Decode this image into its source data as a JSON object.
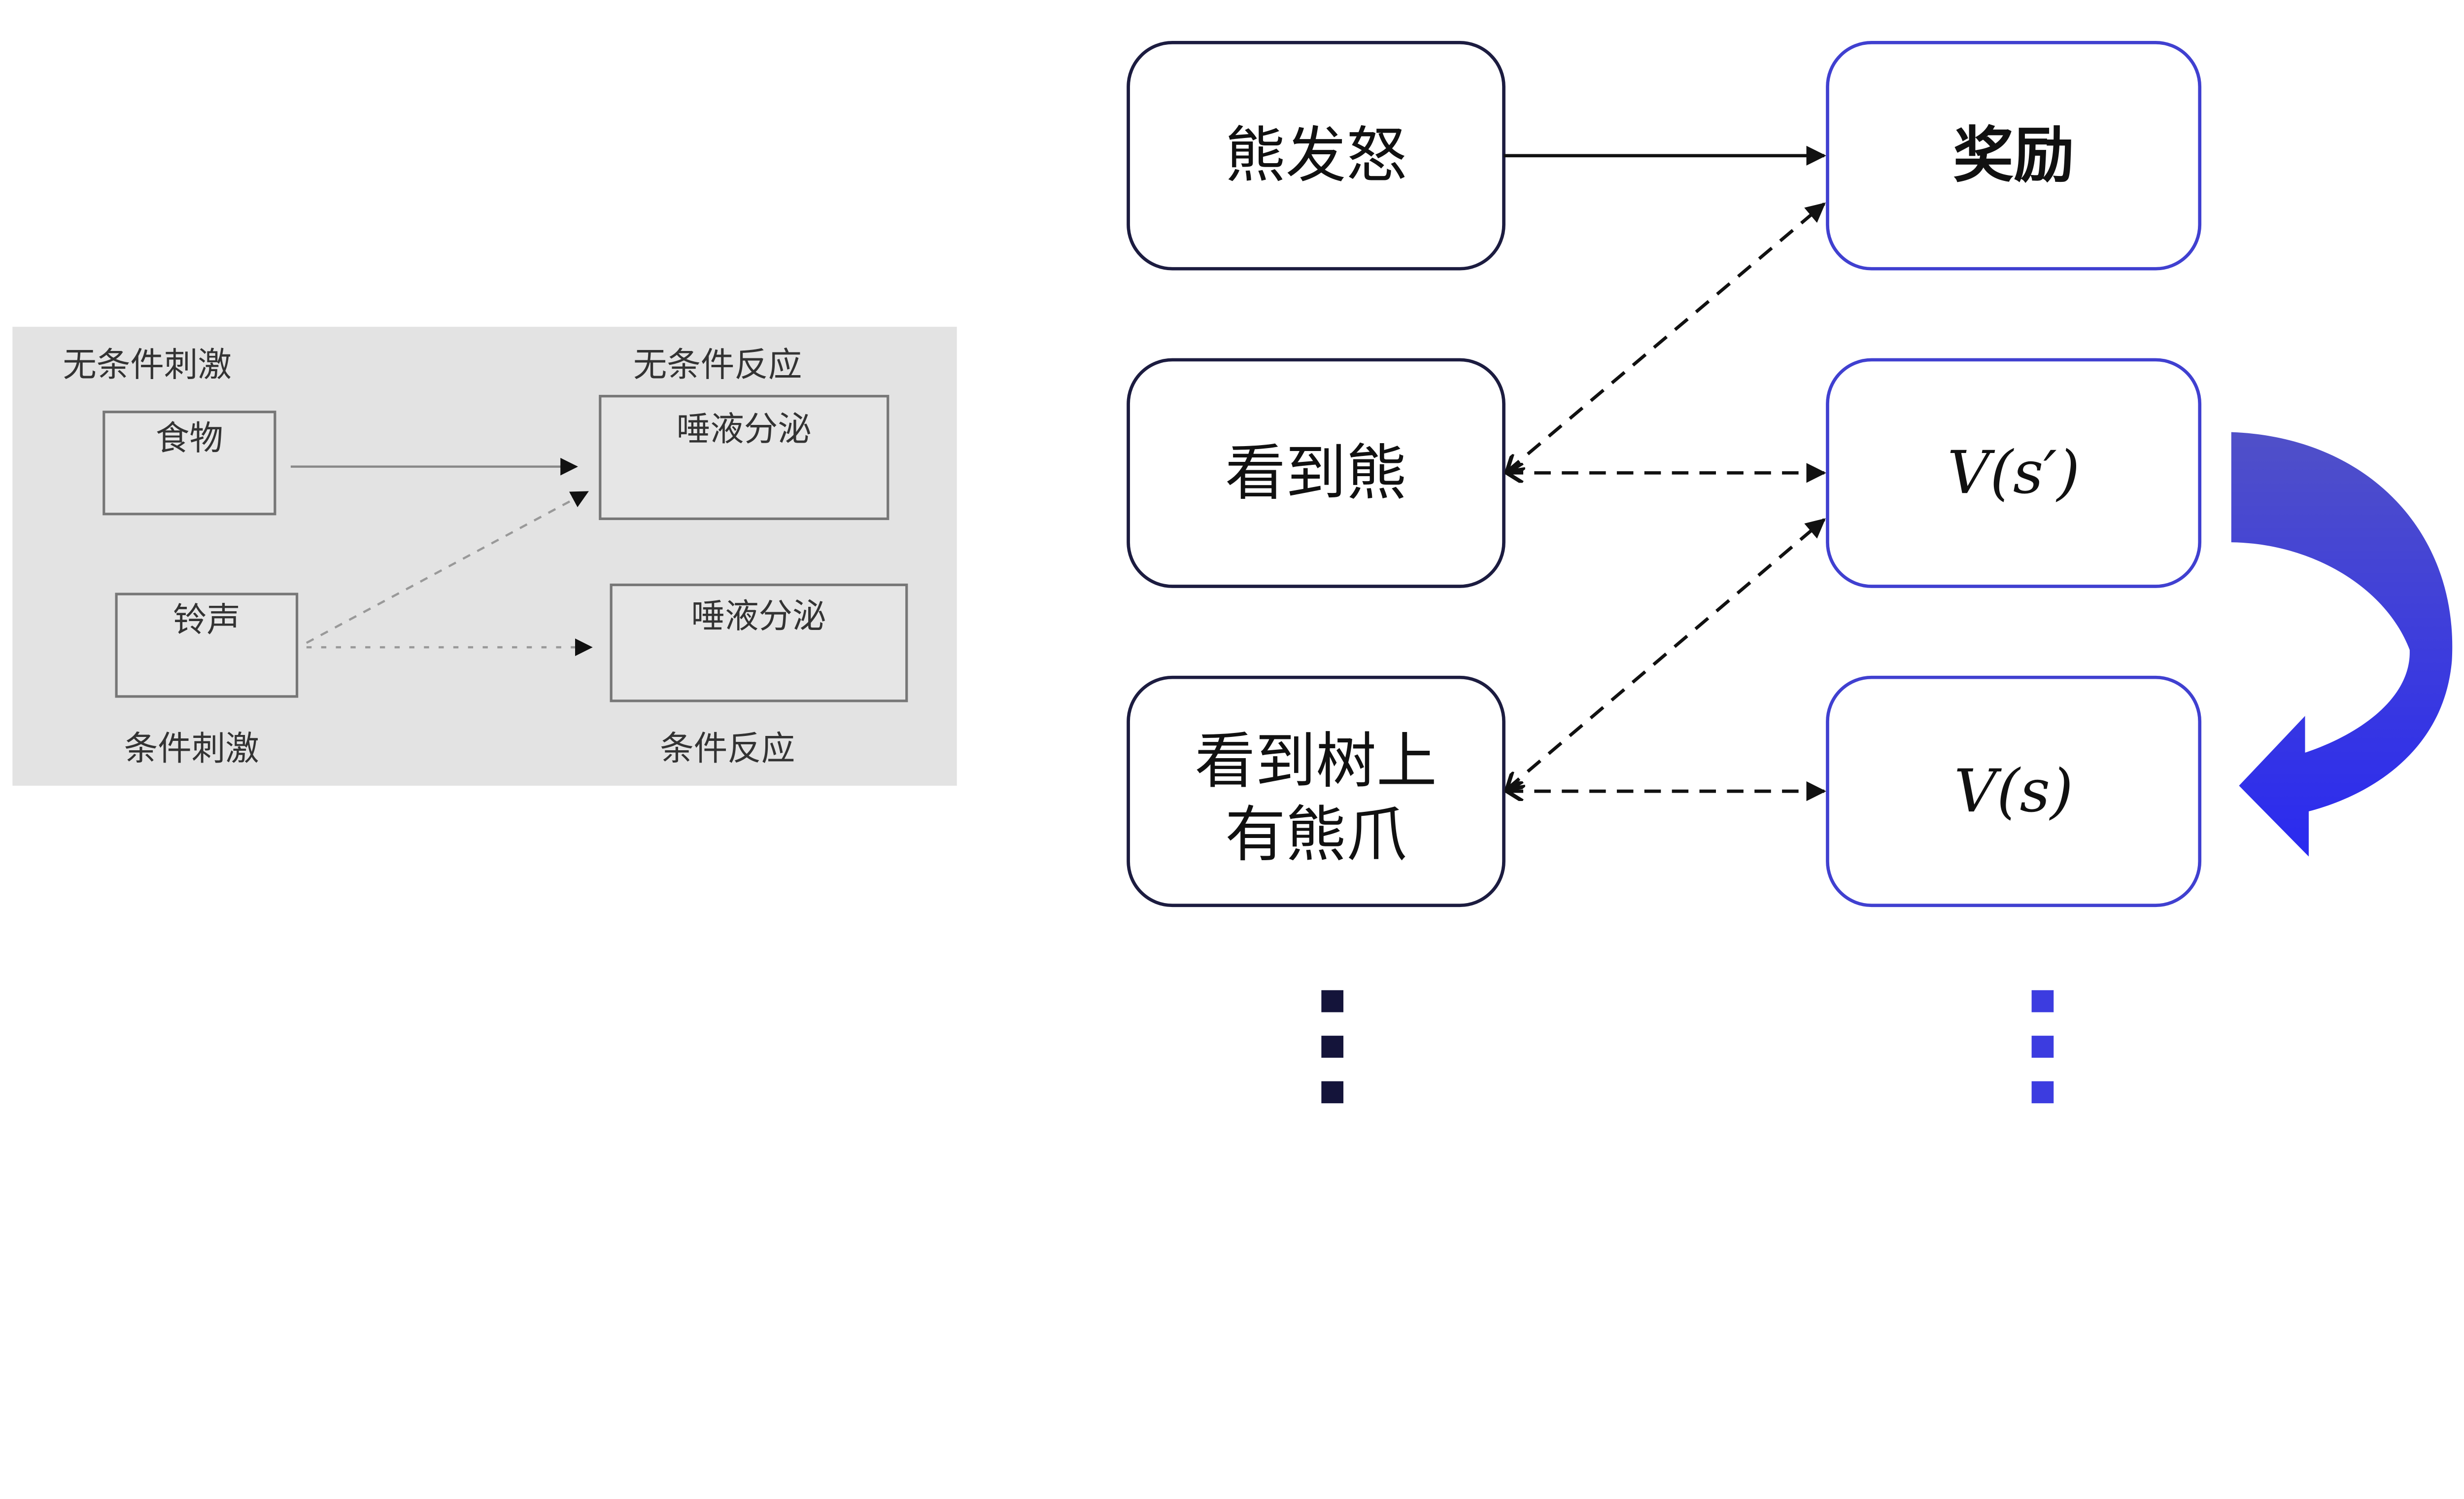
{
  "left_diagram": {
    "unconditioned_stimulus_label": "无条件刺激",
    "unconditioned_response_label": "无条件反应",
    "conditioned_stimulus_label": "条件刺激",
    "conditioned_response_label": "条件反应",
    "food_box": "食物",
    "bell_box": "铃声",
    "salivation_box_1": "唾液分泌",
    "salivation_box_2": "唾液分泌",
    "background_color": "#e3e3e3"
  },
  "right_diagram": {
    "states": [
      "熊发怒",
      "看到熊",
      "看到树上",
      "有熊爪"
    ],
    "reward": "奖励",
    "value_next": "V(s′)",
    "value_current": "V(s)",
    "state_border_color": "#1c1c40",
    "value_border_color": "#4040d0",
    "curved_arrow_color": "#2f2fe0"
  }
}
